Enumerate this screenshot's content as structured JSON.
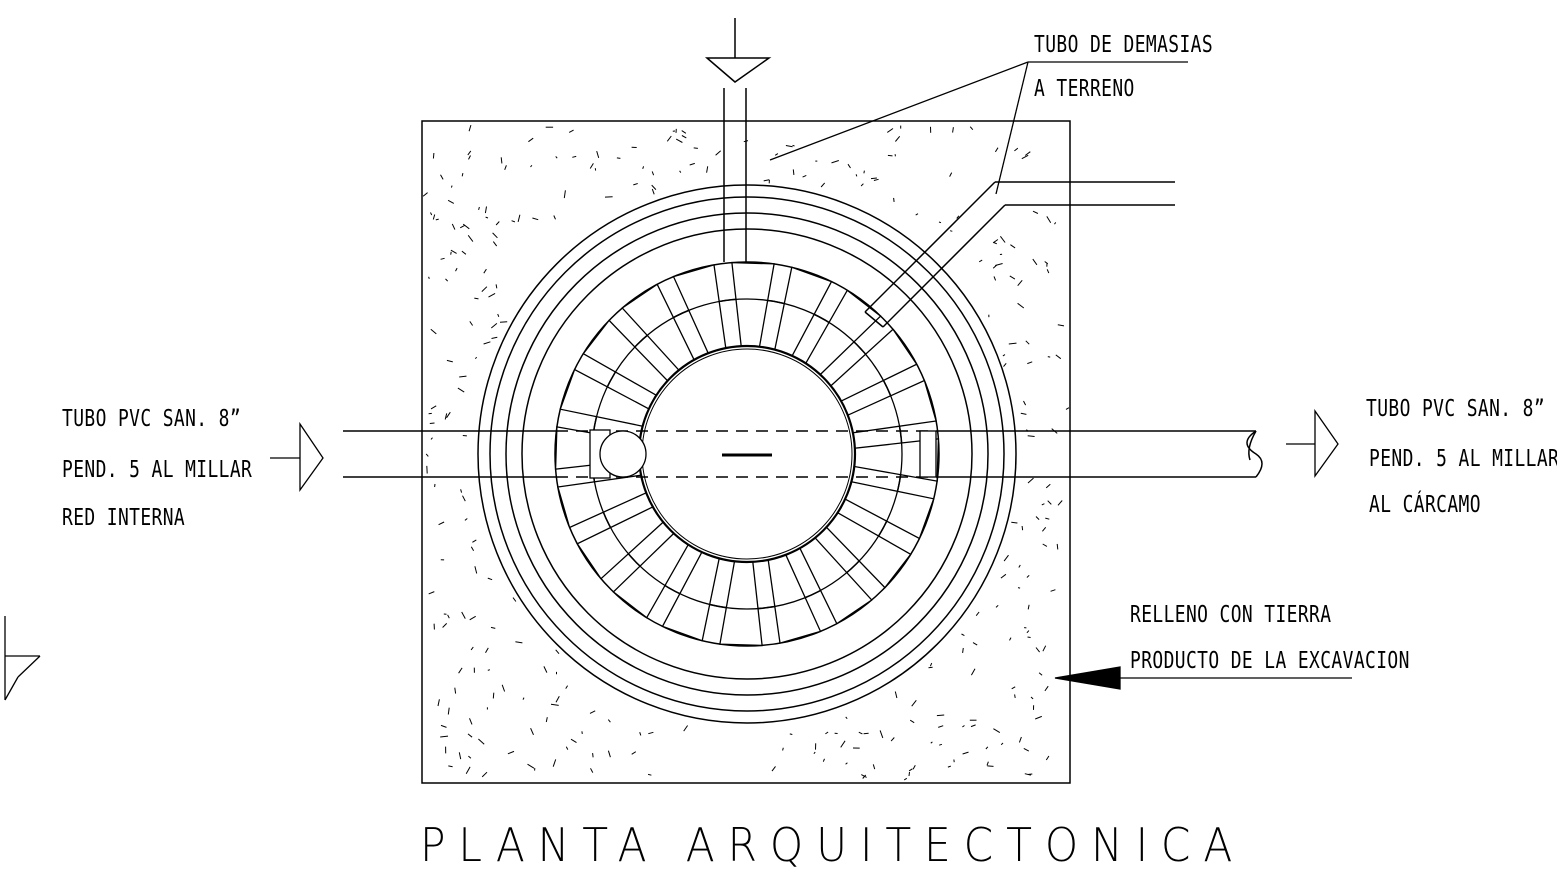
{
  "labels": {
    "overflow_line1": "TUBO DE DEMASIAS",
    "overflow_line2": "A TERRENO",
    "inlet_line1": "TUBO PVC SAN. 8”",
    "inlet_line2": "PEND. 5 AL MILLAR",
    "inlet_line3": "RED INTERNA",
    "outlet_line1": "TUBO PVC SAN. 8”",
    "outlet_line2": "PEND. 5 AL MILLAR",
    "outlet_line3": "AL CÁRCAMO",
    "fill_line1": "RELLENO CON TIERRA",
    "fill_line2": "PRODUCTO DE LA EXCAVACION"
  },
  "title": "PLANTA ARQUITECTONICA",
  "colors": {
    "line": "#000000",
    "background": "#ffffff"
  }
}
